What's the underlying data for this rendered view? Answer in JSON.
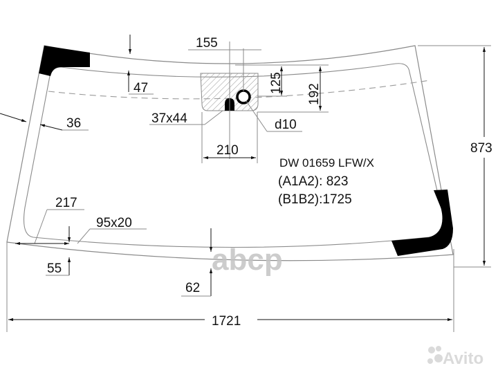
{
  "part": {
    "code": "DW 01659 LFW/X",
    "a1a2": "(A1A2): 823",
    "b1b2": "(B1B2):1725"
  },
  "dimensions": {
    "top_band": "47",
    "side_band": "36",
    "sensor_offset": "155",
    "sensor_top": "125",
    "sensor_height": "192",
    "sensor_width": "210",
    "mirror_pad": "37x44",
    "hole_diameter": "d10",
    "height": "873",
    "width": "1721",
    "corner": "217",
    "vin_window": "95x20",
    "bottom_left_band": "55",
    "bottom_band": "62"
  },
  "watermarks": {
    "center": "abcp",
    "corner": "Avito"
  },
  "colors": {
    "line": "#8a8a8a",
    "ceramic": "#000000",
    "hatch": "#9a9a9a",
    "watermark": "#c4c4c4"
  }
}
